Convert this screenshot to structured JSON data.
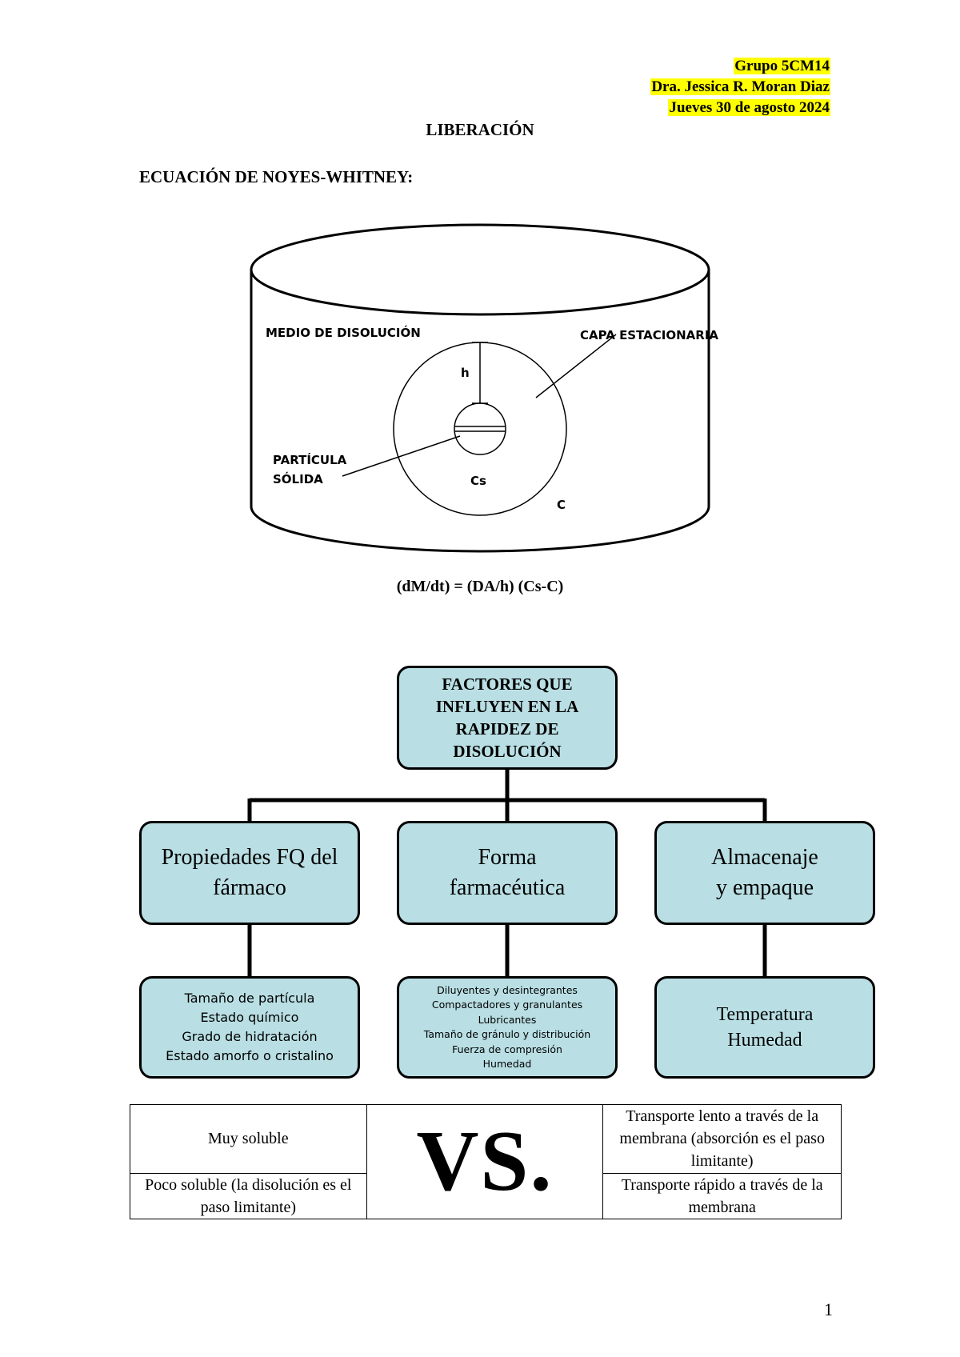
{
  "header": {
    "line1": "Grupo 5CM14",
    "line2": "Dra. Jessica R. Moran Diaz",
    "line3": "Jueves 30 de agosto 2024"
  },
  "title": "LIBERACIÓN",
  "subtitle": "ECUACIÓN DE NOYES-WHITNEY:",
  "diagram": {
    "medium_label": "MEDIO DE DISOLUCIÓN",
    "layer_label": "CAPA ESTACIONARIA",
    "h_label": "h",
    "particle_line1": "PARTÍCULA",
    "particle_line2": "SÓLIDA",
    "cs_label": "Cs",
    "c_label": "C"
  },
  "equation": "(dM/dt) = (DA/h) (Cs-C)",
  "tree": {
    "root": [
      "FACTORES QUE",
      "INFLUYEN EN LA",
      "RAPIDEZ DE",
      "DISOLUCIÓN"
    ],
    "categories": [
      {
        "lines": [
          "Propiedades FQ del",
          "fármaco"
        ]
      },
      {
        "lines": [
          "Forma",
          "farmacéutica"
        ]
      },
      {
        "lines": [
          "Almacenaje",
          "y empaque"
        ]
      }
    ],
    "leaves": [
      {
        "lines": [
          "Tamaño de partícula",
          "Estado químico",
          "Grado de hidratación",
          "Estado amorfo o cristalino"
        ]
      },
      {
        "lines": [
          "Diluyentes y desintegrantes",
          "Compactadores y granulantes",
          "Lubricantes",
          "Tamaño de gránulo y distribución",
          "Fuerza de compresión",
          "Humedad"
        ]
      },
      {
        "lines": [
          "Temperatura",
          "Humedad"
        ]
      }
    ]
  },
  "comparison": {
    "left_top": "Muy soluble",
    "left_bottom": "Poco soluble (la disolución es el paso limitante)",
    "vs": "VS.",
    "right_top": "Transporte lento a través de la membrana (absorción es el paso limitante)",
    "right_bottom": "Transporte rápido a través de la membrana"
  },
  "page_number": "1",
  "colors": {
    "highlight": "#ffff00",
    "box_fill": "#b9dfe4"
  }
}
